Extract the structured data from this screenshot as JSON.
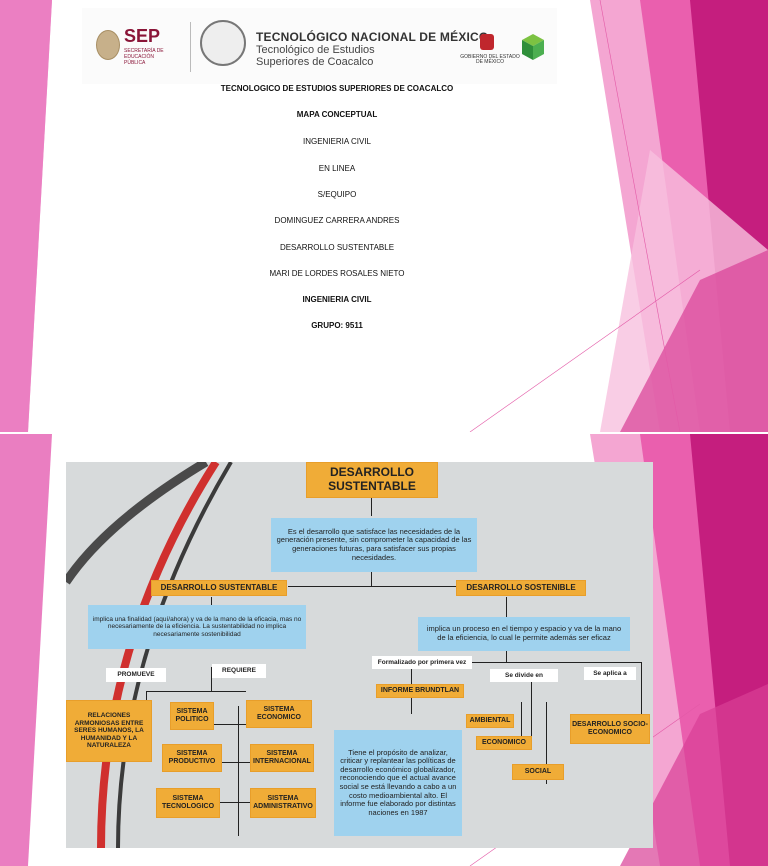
{
  "slide1": {
    "logos": {
      "sep": "SEP",
      "sep_sub": "SECRETARÍA DE EDUCACIÓN PÚBLICA",
      "tec_title": "TECNOLÓGICO NACIONAL DE MÉXICO",
      "tec_sub1": "Tecnológico de Estudios",
      "tec_sub2": "Superiores de Coacalco",
      "edomex": "GOBIERNO DEL ESTADO DE MÉXICO"
    },
    "lines": [
      "TECNOLOGICO DE ESTUDIOS SUPERIORES DE COACALCO",
      "MAPA CONCEPTUAL",
      "INGENIERIA CIVIL",
      "EN LINEA",
      "S/EQUIPO",
      "DOMINGUEZ CARRERA ANDRES",
      "DESARROLLO SUSTENTABLE",
      "MARI DE LORDES ROSALES NIETO",
      "INGENIERIA CIVIL",
      "GRUPO: 9511"
    ]
  },
  "slide2": {
    "map": {
      "title": "DESARROLLO SUSTENTABLE",
      "definition": "Es el desarrollo que satisface las necesidades de la generación presente, sin comprometer la capacidad de las generaciones futuras, para satisfacer sus propias necesidades.",
      "left_branch": "DESARROLLO SUSTENTABLE",
      "right_branch": "DESARROLLO SOSTENIBLE",
      "left_desc": "implica una finalidad (aquí/ahora) y va de la mano de la eficacia, mas no necesariamente de la eficiencia. La sustentabilidad no implica necesariamente sostenibilidad",
      "right_desc": "implica un proceso en el tiempo y espacio y va de la mano de la eficiencia, lo cual le permite además ser eficaz",
      "promueve": "PROMUEVE",
      "requiere": "REQUIERE",
      "relaciones": "RELACIONES ARMONIOSAS ENTRE SERES HUMANOS, LA HUMANIDAD Y LA NATURALEZA",
      "sis_politico": "SISTEMA POLITICO",
      "sis_economico": "SISTEMA ECONOMICO",
      "sis_productivo": "SISTEMA PRODUCTIVO",
      "sis_internacional": "SISTEMA INTERNACIONAL",
      "sis_tecnologico": "SISTEMA TECNOLOGICO",
      "sis_administrativo": "SISTEMA ADMINISTRATIVO",
      "formalizado": "Formalizado por primera vez",
      "informe": "INFORME BRUNDTLAN",
      "se_divide": "Se divide en",
      "se_aplica": "Se aplica a",
      "ambiental": "AMBIENTAL",
      "economico": "ECONOMICO",
      "social": "SOCIAL",
      "socio": "DESARROLLO SOCIO-ECONOMICO",
      "informe_desc": "Tiene el propósito de analizar, criticar y replantear las políticas de desarrollo económico globalizador, reconociendo que el actual avance social se está llevando a cabo a un costo medioambiental alto. El informe fue elaborado por distintas naciones en 1987"
    }
  }
}
